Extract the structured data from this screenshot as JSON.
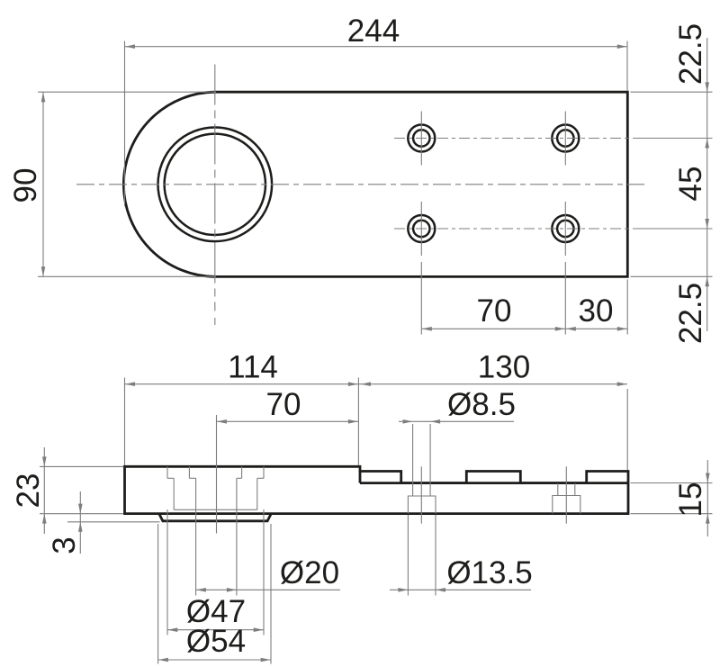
{
  "drawing": {
    "type": "2d-engineering-drawing",
    "background_color": "#ffffff",
    "outline_color": "#1d1d1b",
    "dimension_color": "#7d7d7d",
    "text_color": "#1d1d1b"
  },
  "top_view": {
    "overall_length": "244",
    "overall_width": "90",
    "hole_row_offset_top": "22.5",
    "hole_row_spacing": "45",
    "hole_row_offset_bottom": "22.5",
    "hole_column_spacing": "70",
    "hole_edge_distance": "30"
  },
  "side_view": {
    "boss_section_length": "114",
    "flat_section_length": "130",
    "center_hole_offset": "70",
    "small_hole_diameter": "Ø8.5",
    "plate_thickness": "23",
    "boss_protrusion": "3",
    "flat_thickness": "15",
    "center_bore_diameter": "Ø20",
    "counterbore_diameter": "Ø13.5",
    "thread_bore_diameter": "Ø47",
    "boss_diameter": "Ø54"
  }
}
